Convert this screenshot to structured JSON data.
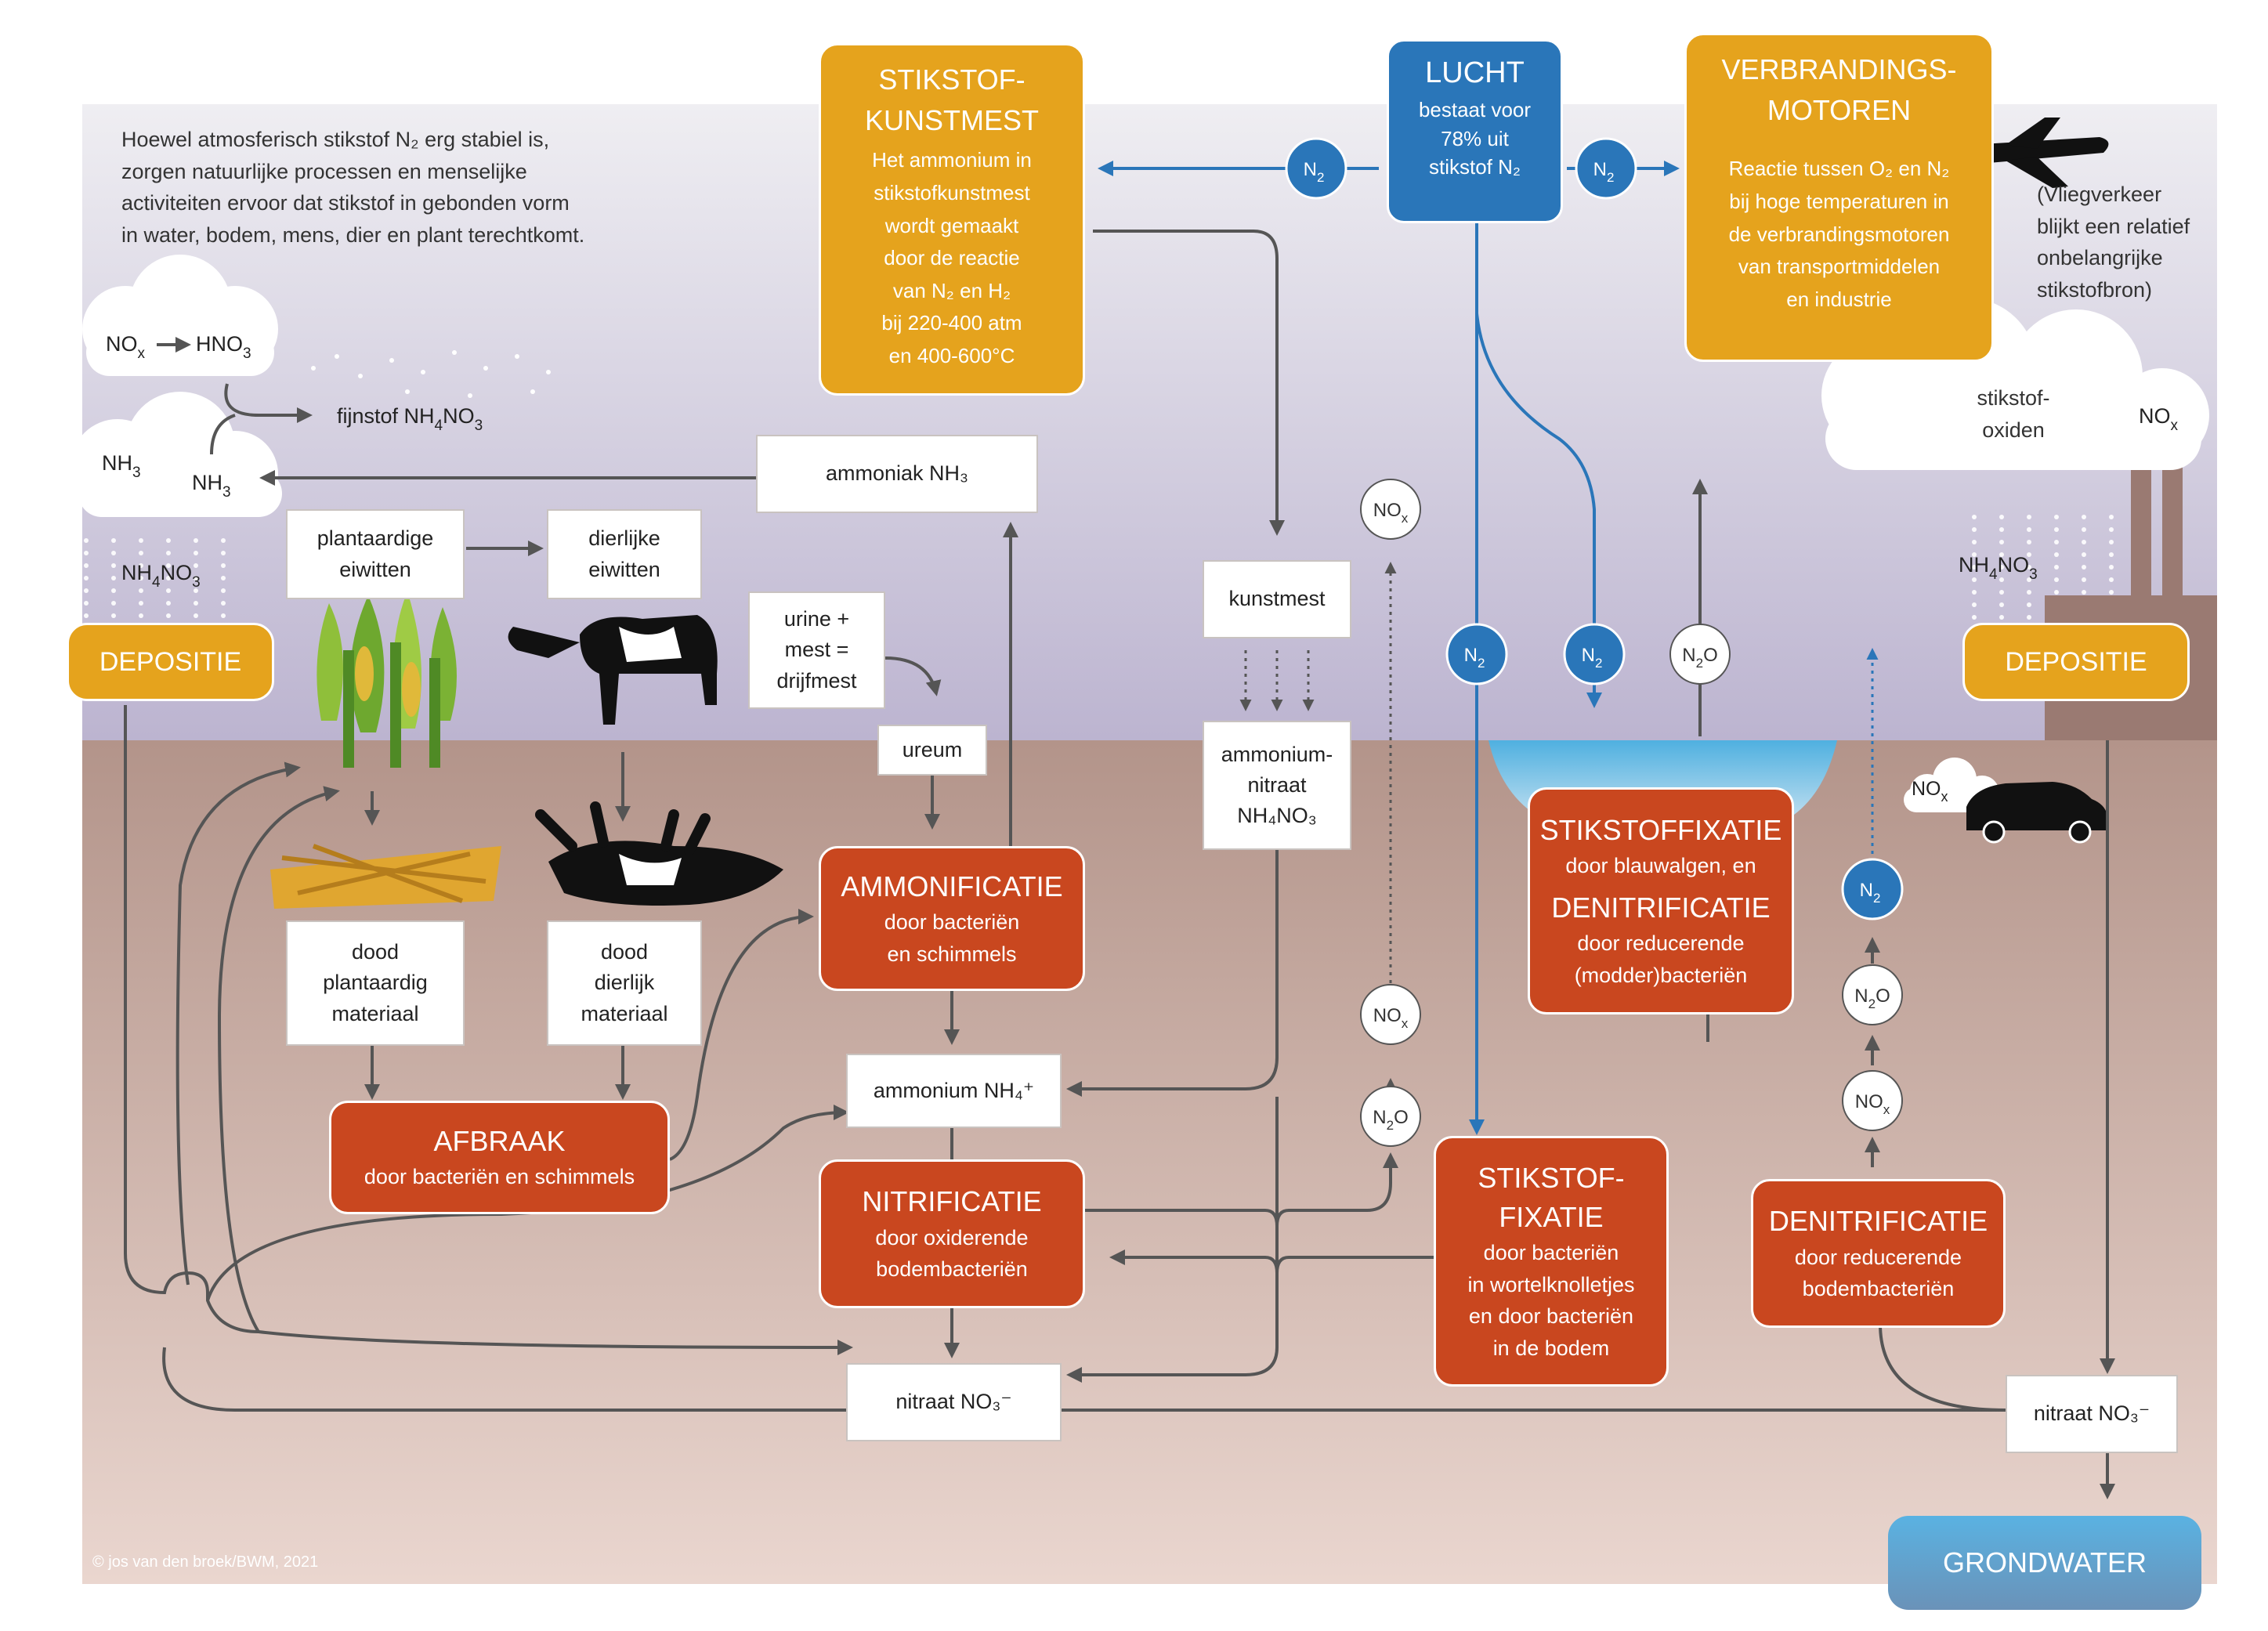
{
  "intro": "Hoewel atmosferisch stikstof N₂ erg stabiel is,\nzorgen natuurlijke processen en menselijke\nactiviteiten ervoor dat stikstof in gebonden vorm\nin water, bodem, mens, dier en plant terechtkomt.",
  "credit": "© jos van den broek/BWM, 2021",
  "kunstmest_box": {
    "title": "STIKSTOF-\nKUNSTMEST",
    "body": "Het ammonium in\nstikstofkunstmest\nwordt gemaakt\ndoor de reactie\nvan N₂ en H₂\nbij 220-400 atm\nen 400-600°C"
  },
  "lucht_box": {
    "title": "LUCHT",
    "body": "bestaat voor\n78% uit\nstikstof N₂"
  },
  "motoren_box": {
    "title": "VERBRANDINGS-\nMOTOREN",
    "body": "Reactie tussen O₂ en N₂\nbij hoge temperaturen in\nde verbrandingsmotoren\nvan transportmiddelen\nen industrie"
  },
  "vliegverkeer_note": "(Vliegverkeer\nblijkt een relatief\nonbelangrijke\nstikstofbron)",
  "depositie_left": "DEPOSITIE",
  "depositie_right": "DEPOSITIE",
  "grondwater": "GRONDWATER",
  "white_boxes": {
    "ammoniak": "ammoniak NH₃",
    "plant_eiwit": "plantaardige\neiwitten",
    "dier_eiwit": "dierlijke\neiwitten",
    "urine": "urine +\nmest =\ndrijfmest",
    "ureum": "ureum",
    "kunstmest": "kunstmest",
    "ammoniumnitraat": "ammonium-\nnitraat\nNH₄NO₃",
    "dood_plant": "dood\nplantaardig\nmateriaal",
    "dood_dier": "dood\ndierlijk\nmateriaal",
    "ammonium": "ammonium NH₄⁺",
    "nitraat_mid": "nitraat NO₃⁻",
    "nitraat_right": "nitraat NO₃⁻"
  },
  "red_boxes": {
    "ammonificatie": {
      "title": "AMMONIFICATIE",
      "body": "door bacteriën\nen schimmels"
    },
    "afbraak": {
      "title": "AFBRAAK",
      "body": "door bacteriën en schimmels"
    },
    "nitrificatie": {
      "title": "NITRIFICATIE",
      "body": "door oxiderende\nbodembacteriën"
    },
    "fixatie_soil": {
      "title": "STIKSTOF-\nFIXATIE",
      "body": "door bacteriën\nin wortelknolletjes\nen door bacteriën\nin de bodem"
    },
    "fixatie_water": {
      "title": "STIKSTOFFIXATIE",
      "body": "door blauwalgen, en",
      "title2": "DENITRIFICATIE",
      "body2": "door reducerende\n(modder)bacteriën"
    },
    "denitrificatie": {
      "title": "DENITRIFICATIE",
      "body": "door reducerende\nbodembacteriën"
    }
  },
  "cloud_labels": {
    "nox": "NO",
    "nox_sub": "x",
    "hno": "HNO",
    "hno_sub": "3",
    "fijnstof": "fijnstof NH",
    "fijnstof_s1": "4",
    "fijnstof_mid": "NO",
    "fijnstof_s2": "3",
    "nh3a": "NH",
    "nh3a_sub": "3",
    "nh3b": "NH",
    "nh3b_sub": "3",
    "nh4no3_left": "NH",
    "nh4no3_left_s1": "4",
    "nh4no3_left_mid": "NO",
    "nh4no3_left_s2": "3",
    "stikstofoxiden": "stikstof-\noxiden",
    "nox_right": "NO",
    "nox_right_sub": "x",
    "nh4no3_right": "NH",
    "nh4no3_right_s1": "4",
    "nh4no3_right_mid": "NO",
    "nh4no3_right_s2": "3",
    "car_nox": "NO",
    "car_nox_sub": "x"
  },
  "circles": {
    "n2": "N",
    "n2_sub": "2",
    "nox": "NO",
    "nox_sub": "x",
    "n2o": "N",
    "n2o_sub": "2",
    "n2o_tail": "O"
  },
  "colors": {
    "orange": "#e5a31d",
    "red": "#c9471f",
    "blue": "#2a76b9",
    "arrow": "#555555",
    "soil_top": "#b5958a",
    "soil_bottom": "#e9d4cd",
    "sky_top": "#eeedf1",
    "sky_bottom": "#bdb5d1"
  },
  "icons": [
    "corn-plant-icon",
    "cow-icon",
    "dead-cow-icon",
    "straw-icon",
    "airplane-icon",
    "factory-icon",
    "car-icon",
    "cloud-icon",
    "water-pond-icon"
  ]
}
